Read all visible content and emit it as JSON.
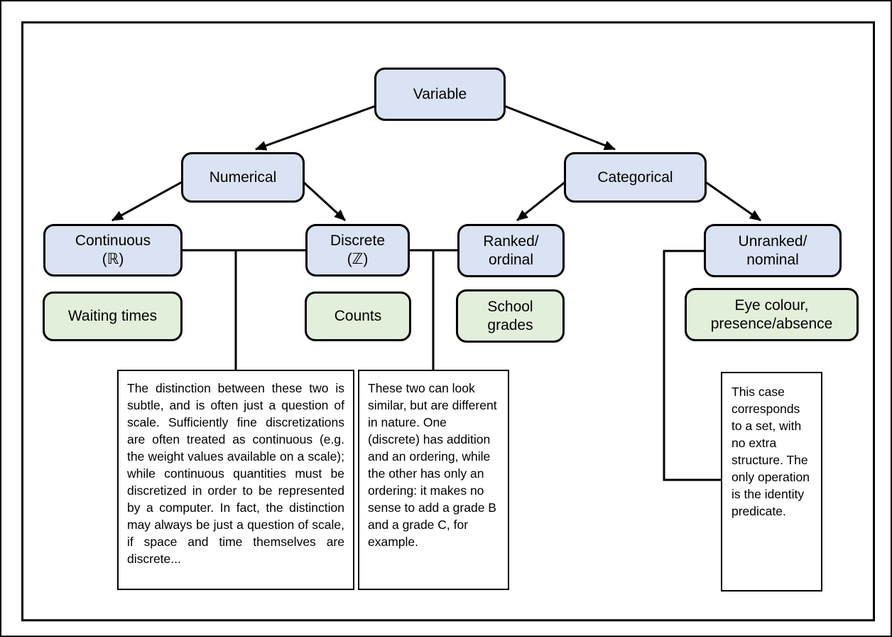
{
  "colors": {
    "category_box_fill": "#dae3f3",
    "example_box_fill": "#e2efda",
    "line_color": "#000000",
    "background": "#ffffff"
  },
  "nodes": {
    "variable": "Variable",
    "numerical": "Numerical",
    "categorical": "Categorical",
    "continuous": "Continuous\n(ℝ)",
    "discrete": "Discrete\n(ℤ)",
    "ranked": "Ranked/\nordinal",
    "unranked": "Unranked/\nnominal"
  },
  "examples": {
    "continuous": "Waiting times",
    "discrete": "Counts",
    "ranked": "School\ngrades",
    "unranked": "Eye colour,\npresence/absence"
  },
  "notes": {
    "continuous_discrete": "The distinction between these two is subtle, and is often just a question of scale. Sufficiently fine discretizations are often treated as continuous (e.g. the weight values available on a scale); while continuous quantities must be discretized in order to be represented by a computer. In fact, the distinction may always be just a question of scale, if space and time themselves are discrete...",
    "discrete_ranked": "These two can look similar, but are different in nature. One (discrete) has addition and an ordering, while the other has only an ordering: it makes no sense to add a grade B and a grade C, for example.",
    "unranked": "This case corresponds to a set, with no extra structure. The only operation is the identity predicate."
  }
}
